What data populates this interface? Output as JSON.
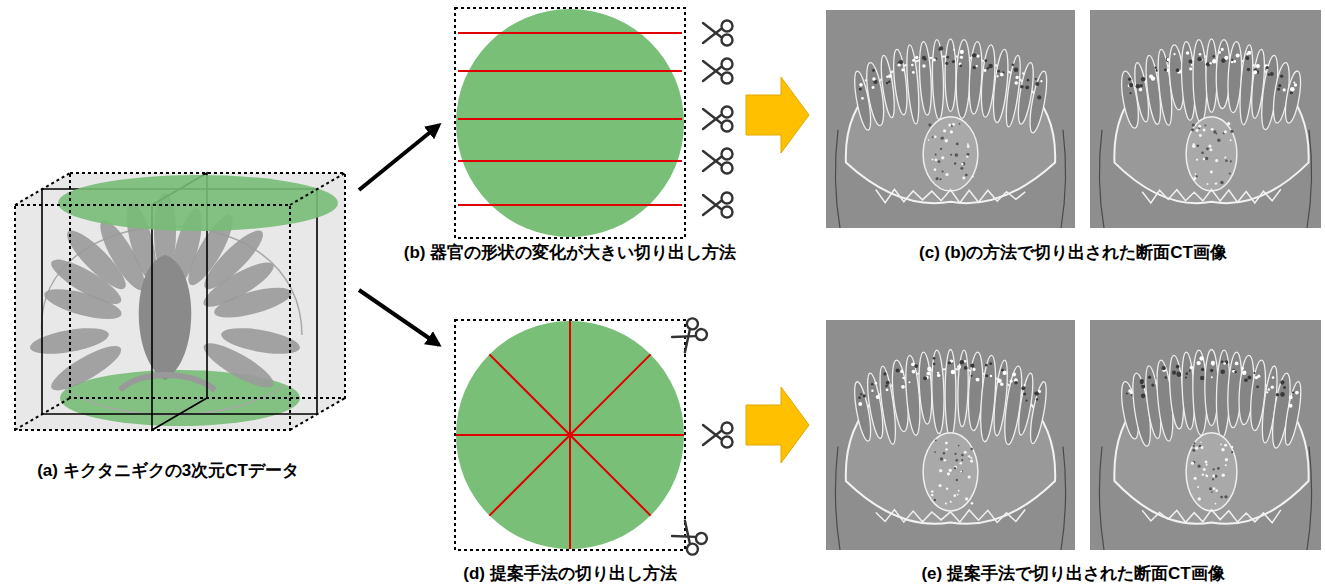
{
  "diagram": {
    "nodes": [
      {
        "text": [
          "(a) キクタニギクの3次元CTデータ"
        ]
      },
      {
        "text": [
          "(b) 器官の形状の変化が大きい切り出し方法"
        ]
      },
      {
        "text": [
          "(c) (b)の方法で切り出された断面CT画像"
        ]
      },
      {
        "text": [
          "(d) 提案手法の切り出し方法"
        ]
      },
      {
        "text": [
          "(e) 提案手法で切り出された断面CT画像"
        ]
      }
    ],
    "edges": [
      {
        "from": 0,
        "to": 1,
        "arrow": "to"
      },
      {
        "from": 1,
        "to": 2,
        "arrow": "to"
      },
      {
        "from": 0,
        "to": 3,
        "arrow": "to"
      },
      {
        "from": 3,
        "to": 4,
        "arrow": "to"
      }
    ]
  }
}
